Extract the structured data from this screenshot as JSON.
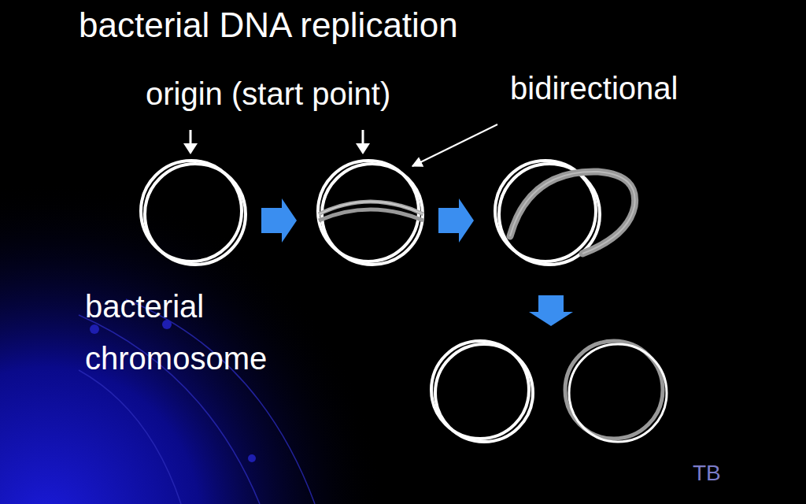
{
  "diagram": {
    "title": "bacterial DNA replication",
    "labels": [
      "origin (start point)",
      "bidirectional",
      "bacterial chromosome",
      "TB"
    ]
  }
}
